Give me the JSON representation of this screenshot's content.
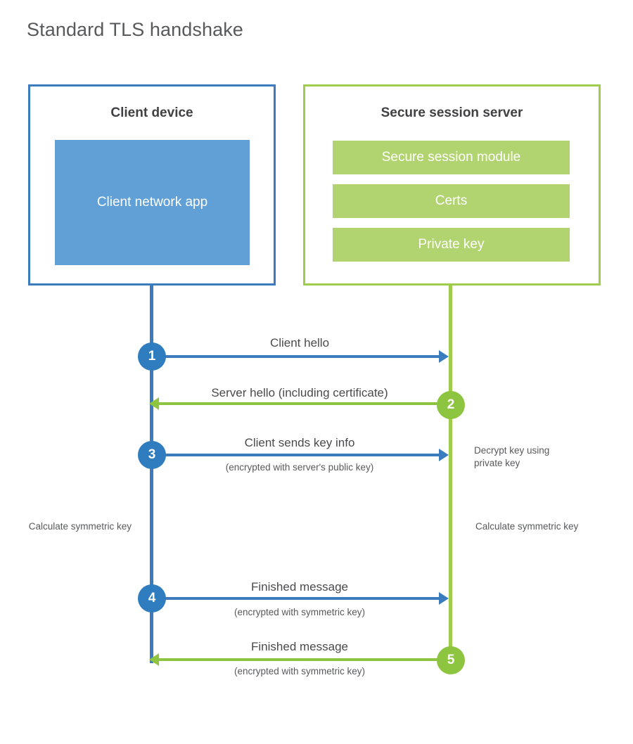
{
  "title": "Standard TLS handshake",
  "colors": {
    "client_border": "#3a7cbe",
    "client_fill": "#61a0d6",
    "server_border": "#9fcc4b",
    "server_fill": "#b2d470",
    "client_accent": "#2f7cbf",
    "server_accent": "#8dc540",
    "text": "#4a4a4c",
    "title_text": "#58595b",
    "background": "#ffffff"
  },
  "client": {
    "title": "Client device",
    "app_label": "Client network app"
  },
  "server": {
    "title": "Secure session server",
    "components": [
      {
        "label": "Secure session module"
      },
      {
        "label": "Certs"
      },
      {
        "label": "Private key"
      }
    ]
  },
  "steps": [
    {
      "number": "1",
      "side": "client",
      "direction": "right",
      "label": "Client hello",
      "sublabel": ""
    },
    {
      "number": "2",
      "side": "server",
      "direction": "left",
      "label": "Server hello (including certificate)",
      "sublabel": ""
    },
    {
      "number": "3",
      "side": "client",
      "direction": "right",
      "label": "Client sends key info",
      "sublabel": "(encrypted with server's public key)"
    },
    {
      "number": "4",
      "side": "client",
      "direction": "right",
      "label": "Finished message",
      "sublabel": "(encrypted with symmetric key)"
    },
    {
      "number": "5",
      "side": "server",
      "direction": "left",
      "label": "Finished message",
      "sublabel": "(encrypted with symmetric key)"
    }
  ],
  "annotations": {
    "server_decrypt": "Decrypt key using private key",
    "client_calculate": "Calculate symmetric key",
    "server_calculate": "Calculate symmetric key"
  }
}
